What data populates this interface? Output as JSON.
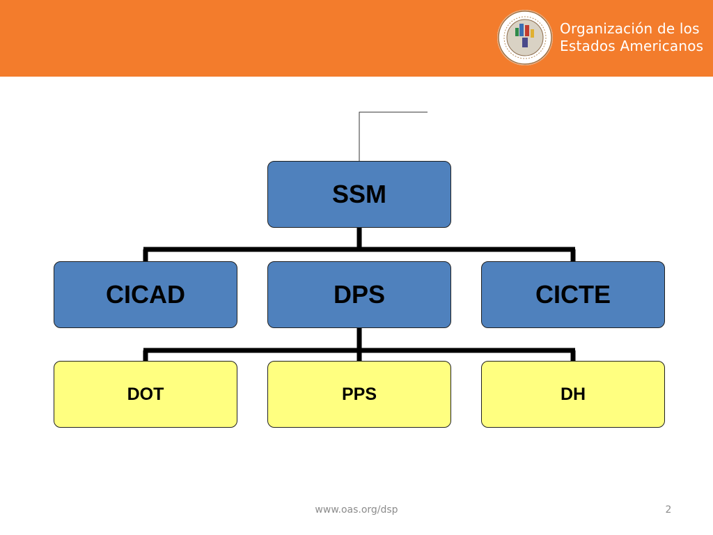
{
  "header": {
    "org_name_line1": "Organización de los",
    "org_name_line2": "Estados Americanos",
    "brand_color": "#f37c2c",
    "logo_icon": "oas-seal-icon"
  },
  "diagram": {
    "top": {
      "label": "SSM",
      "color": "#4f81bd"
    },
    "middle": [
      {
        "label": "CICAD",
        "color": "#4f81bd"
      },
      {
        "label": "DPS",
        "color": "#4f81bd"
      },
      {
        "label": "CICTE",
        "color": "#4f81bd"
      }
    ],
    "bottom": [
      {
        "label": "DOT",
        "color": "#ffff80"
      },
      {
        "label": "PPS",
        "color": "#ffff80"
      },
      {
        "label": "DH",
        "color": "#ffff80"
      }
    ],
    "relations": [
      {
        "from": "SSM",
        "to": "CICAD"
      },
      {
        "from": "SSM",
        "to": "DPS"
      },
      {
        "from": "SSM",
        "to": "CICTE"
      },
      {
        "from": "DPS",
        "to": "DOT"
      },
      {
        "from": "DPS",
        "to": "PPS"
      },
      {
        "from": "DPS",
        "to": "DH"
      }
    ]
  },
  "footer": {
    "url": "www.oas.org/dsp",
    "page_number": "2"
  }
}
